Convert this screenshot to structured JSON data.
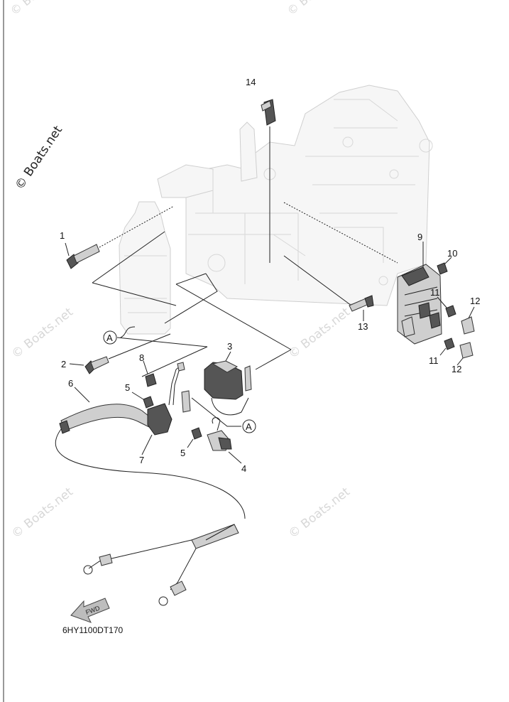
{
  "watermark": {
    "main": "© Boats.net",
    "faded": "© Boats.net"
  },
  "callouts": {
    "c1": "1",
    "c2": "2",
    "c3": "3",
    "c4": "4",
    "c5a": "5",
    "c5b": "5",
    "c6": "6",
    "c7": "7",
    "c8": "8",
    "c9": "9",
    "c10": "10",
    "c11a": "11",
    "c11b": "11",
    "c12a": "12",
    "c12b": "12",
    "c13": "13",
    "c14": "14",
    "refA1": "A",
    "refA2": "A"
  },
  "direction_arrow": {
    "label": "FWD"
  },
  "diagram_code": "6HY1100DT170"
}
